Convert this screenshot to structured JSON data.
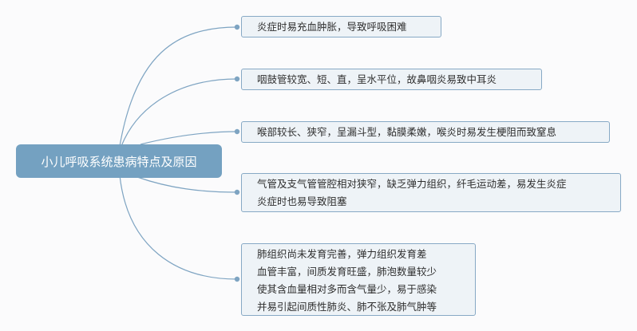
{
  "diagram": {
    "colors": {
      "root_fill": "#74a1c1",
      "root_text": "#ffffff",
      "node_fill": "#eef3f7",
      "node_border": "#87a9c5",
      "connector": "#7ea4c2"
    },
    "root": {
      "label": "小儿呼吸系统患病特点及原因"
    },
    "branches": [
      {
        "lines": [
          "炎症时易充血肿胀，导致呼吸困难"
        ]
      },
      {
        "lines": [
          "咽鼓管较宽、短、直，呈水平位，故鼻咽炎易致中耳炎"
        ]
      },
      {
        "lines": [
          "喉部较长、狭窄，呈漏斗型，黏膜柔嫩，喉炎时易发生梗阻而致窒息"
        ]
      },
      {
        "lines": [
          "气管及支气管管腔相对狭窄，缺乏弹力组织，纤毛运动差，易发生炎症",
          "炎症时也易导致阻塞"
        ]
      },
      {
        "lines": [
          "肺组织尚未发育完善，弹力组织发育差",
          "血管丰富，间质发育旺盛，肺泡数量较少",
          "使其含血量相对多而含气量少，易于感染",
          "并易引起间质性肺炎、肺不张及肺气肿等"
        ]
      }
    ]
  }
}
